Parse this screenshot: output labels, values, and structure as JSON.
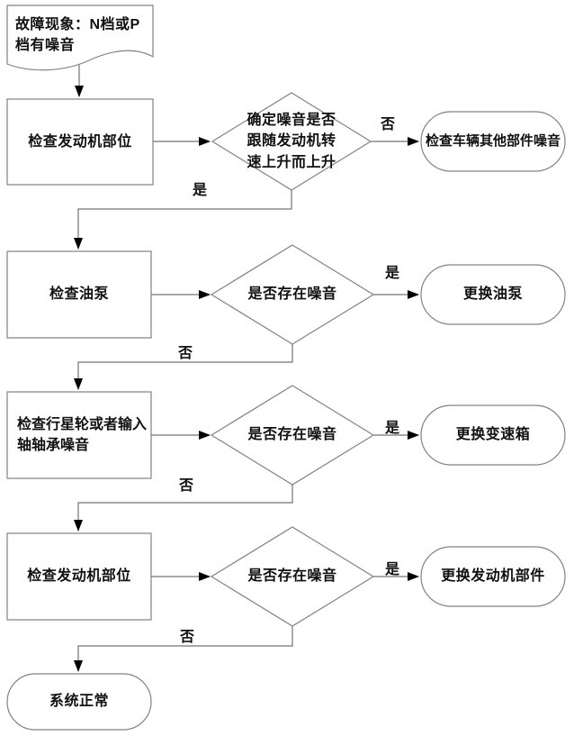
{
  "diagram": {
    "type": "flowchart",
    "colors": {
      "background": "#ffffff",
      "shape_border": "#828282",
      "connector": "#737373",
      "arrowhead": "#000000",
      "text": "#111111"
    },
    "nodes": {
      "fault": {
        "type": "document",
        "label": "故障现象：N档或P档有噪音"
      },
      "check_engine_1": {
        "type": "process",
        "label": "检查发动机部位"
      },
      "decide_follow_rpm": {
        "type": "decision",
        "label": "确定噪音是否跟随发动机转速上升而上升"
      },
      "check_other_parts": {
        "type": "terminator",
        "label": "检查车辆其他部件噪音"
      },
      "check_oil_pump": {
        "type": "process",
        "label": "检查油泵"
      },
      "decide_noise_1": {
        "type": "decision",
        "label": "是否存在噪音"
      },
      "replace_oil_pump": {
        "type": "terminator",
        "label": "更换油泵"
      },
      "check_planetary": {
        "type": "process",
        "label": "检查行星轮或者输入轴轴承噪音"
      },
      "decide_noise_2": {
        "type": "decision",
        "label": "是否存在噪音"
      },
      "replace_gearbox": {
        "type": "terminator",
        "label": "更换变速箱"
      },
      "check_engine_2": {
        "type": "process",
        "label": "检查发动机部位"
      },
      "decide_noise_3": {
        "type": "decision",
        "label": "是否存在噪音"
      },
      "replace_engine_parts": {
        "type": "terminator",
        "label": "更换发动机部件"
      },
      "system_normal": {
        "type": "terminator",
        "label": "系统正常"
      }
    },
    "edges": {
      "start_to_check1": {
        "from": "fault",
        "to": "check_engine_1",
        "label": ""
      },
      "check1_to_d1": {
        "from": "check_engine_1",
        "to": "decide_follow_rpm",
        "label": ""
      },
      "d1_no": {
        "from": "decide_follow_rpm",
        "to": "check_other_parts",
        "label": "否"
      },
      "d1_yes": {
        "from": "decide_follow_rpm",
        "to": "check_oil_pump",
        "label": "是"
      },
      "pump_to_d2": {
        "from": "check_oil_pump",
        "to": "decide_noise_1",
        "label": ""
      },
      "d2_yes": {
        "from": "decide_noise_1",
        "to": "replace_oil_pump",
        "label": "是"
      },
      "d2_no": {
        "from": "decide_noise_1",
        "to": "check_planetary",
        "label": "否"
      },
      "planet_to_d3": {
        "from": "check_planetary",
        "to": "decide_noise_2",
        "label": ""
      },
      "d3_yes": {
        "from": "decide_noise_2",
        "to": "replace_gearbox",
        "label": "是"
      },
      "d3_no": {
        "from": "decide_noise_2",
        "to": "check_engine_2",
        "label": "否"
      },
      "engine2_to_d4": {
        "from": "check_engine_2",
        "to": "decide_noise_3",
        "label": ""
      },
      "d4_yes": {
        "from": "decide_noise_3",
        "to": "replace_engine_parts",
        "label": "是"
      },
      "d4_no": {
        "from": "decide_noise_3",
        "to": "system_normal",
        "label": "否"
      }
    }
  }
}
